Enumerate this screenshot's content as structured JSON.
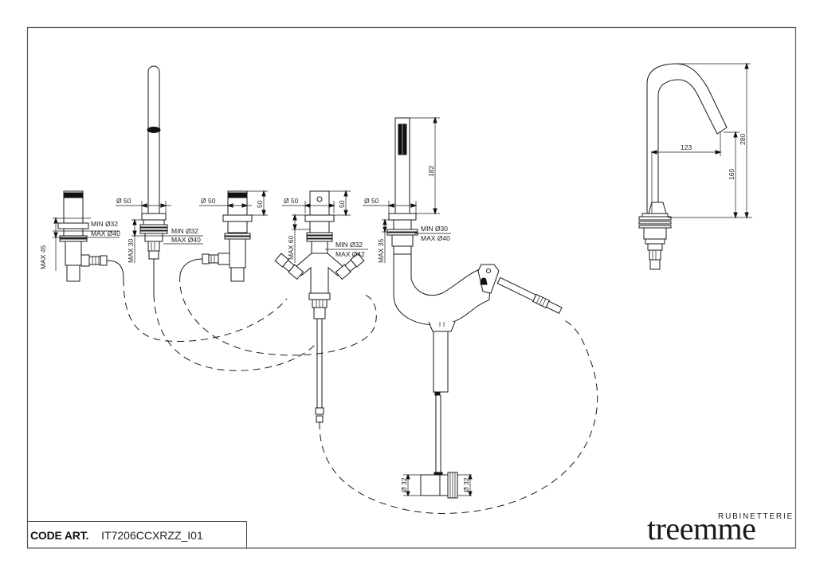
{
  "title_block": {
    "code_label": "CODE ART.",
    "code_value": "IT7206CCXRZZ_I01"
  },
  "brand": {
    "subtitle": "RUBINETTERIE",
    "name": "treemme"
  },
  "components": {
    "left_handle": {
      "min_label": "MIN Ø32",
      "max_label": "MAX Ø40",
      "height_label": "MAX 45"
    },
    "hand_shower_holder": {
      "diameter_label": "Ø 50",
      "min_label": "MIN Ø32",
      "max_label": "MAX Ø40",
      "height_label": "MAX 30"
    },
    "right_handle": {
      "diameter_label": "Ø 50",
      "height_label": "50"
    },
    "diverter": {
      "diameter_label": "Ø 50",
      "height_label": "50",
      "min_label": "MIN Ø32",
      "max_label": "MAX Ø42",
      "depth_label": "MAX 60"
    },
    "hand_shower": {
      "diameter_label": "Ø 50",
      "length_label": "182",
      "min_label": "MIN Ø30",
      "max_label": "MAX Ø40",
      "depth_label": "MAX 35",
      "valve_left_label": "Ø 32",
      "valve_right_label": "Ø 32"
    },
    "spout": {
      "reach_label": "123",
      "outlet_height_label": "160",
      "total_height_label": "280"
    }
  }
}
